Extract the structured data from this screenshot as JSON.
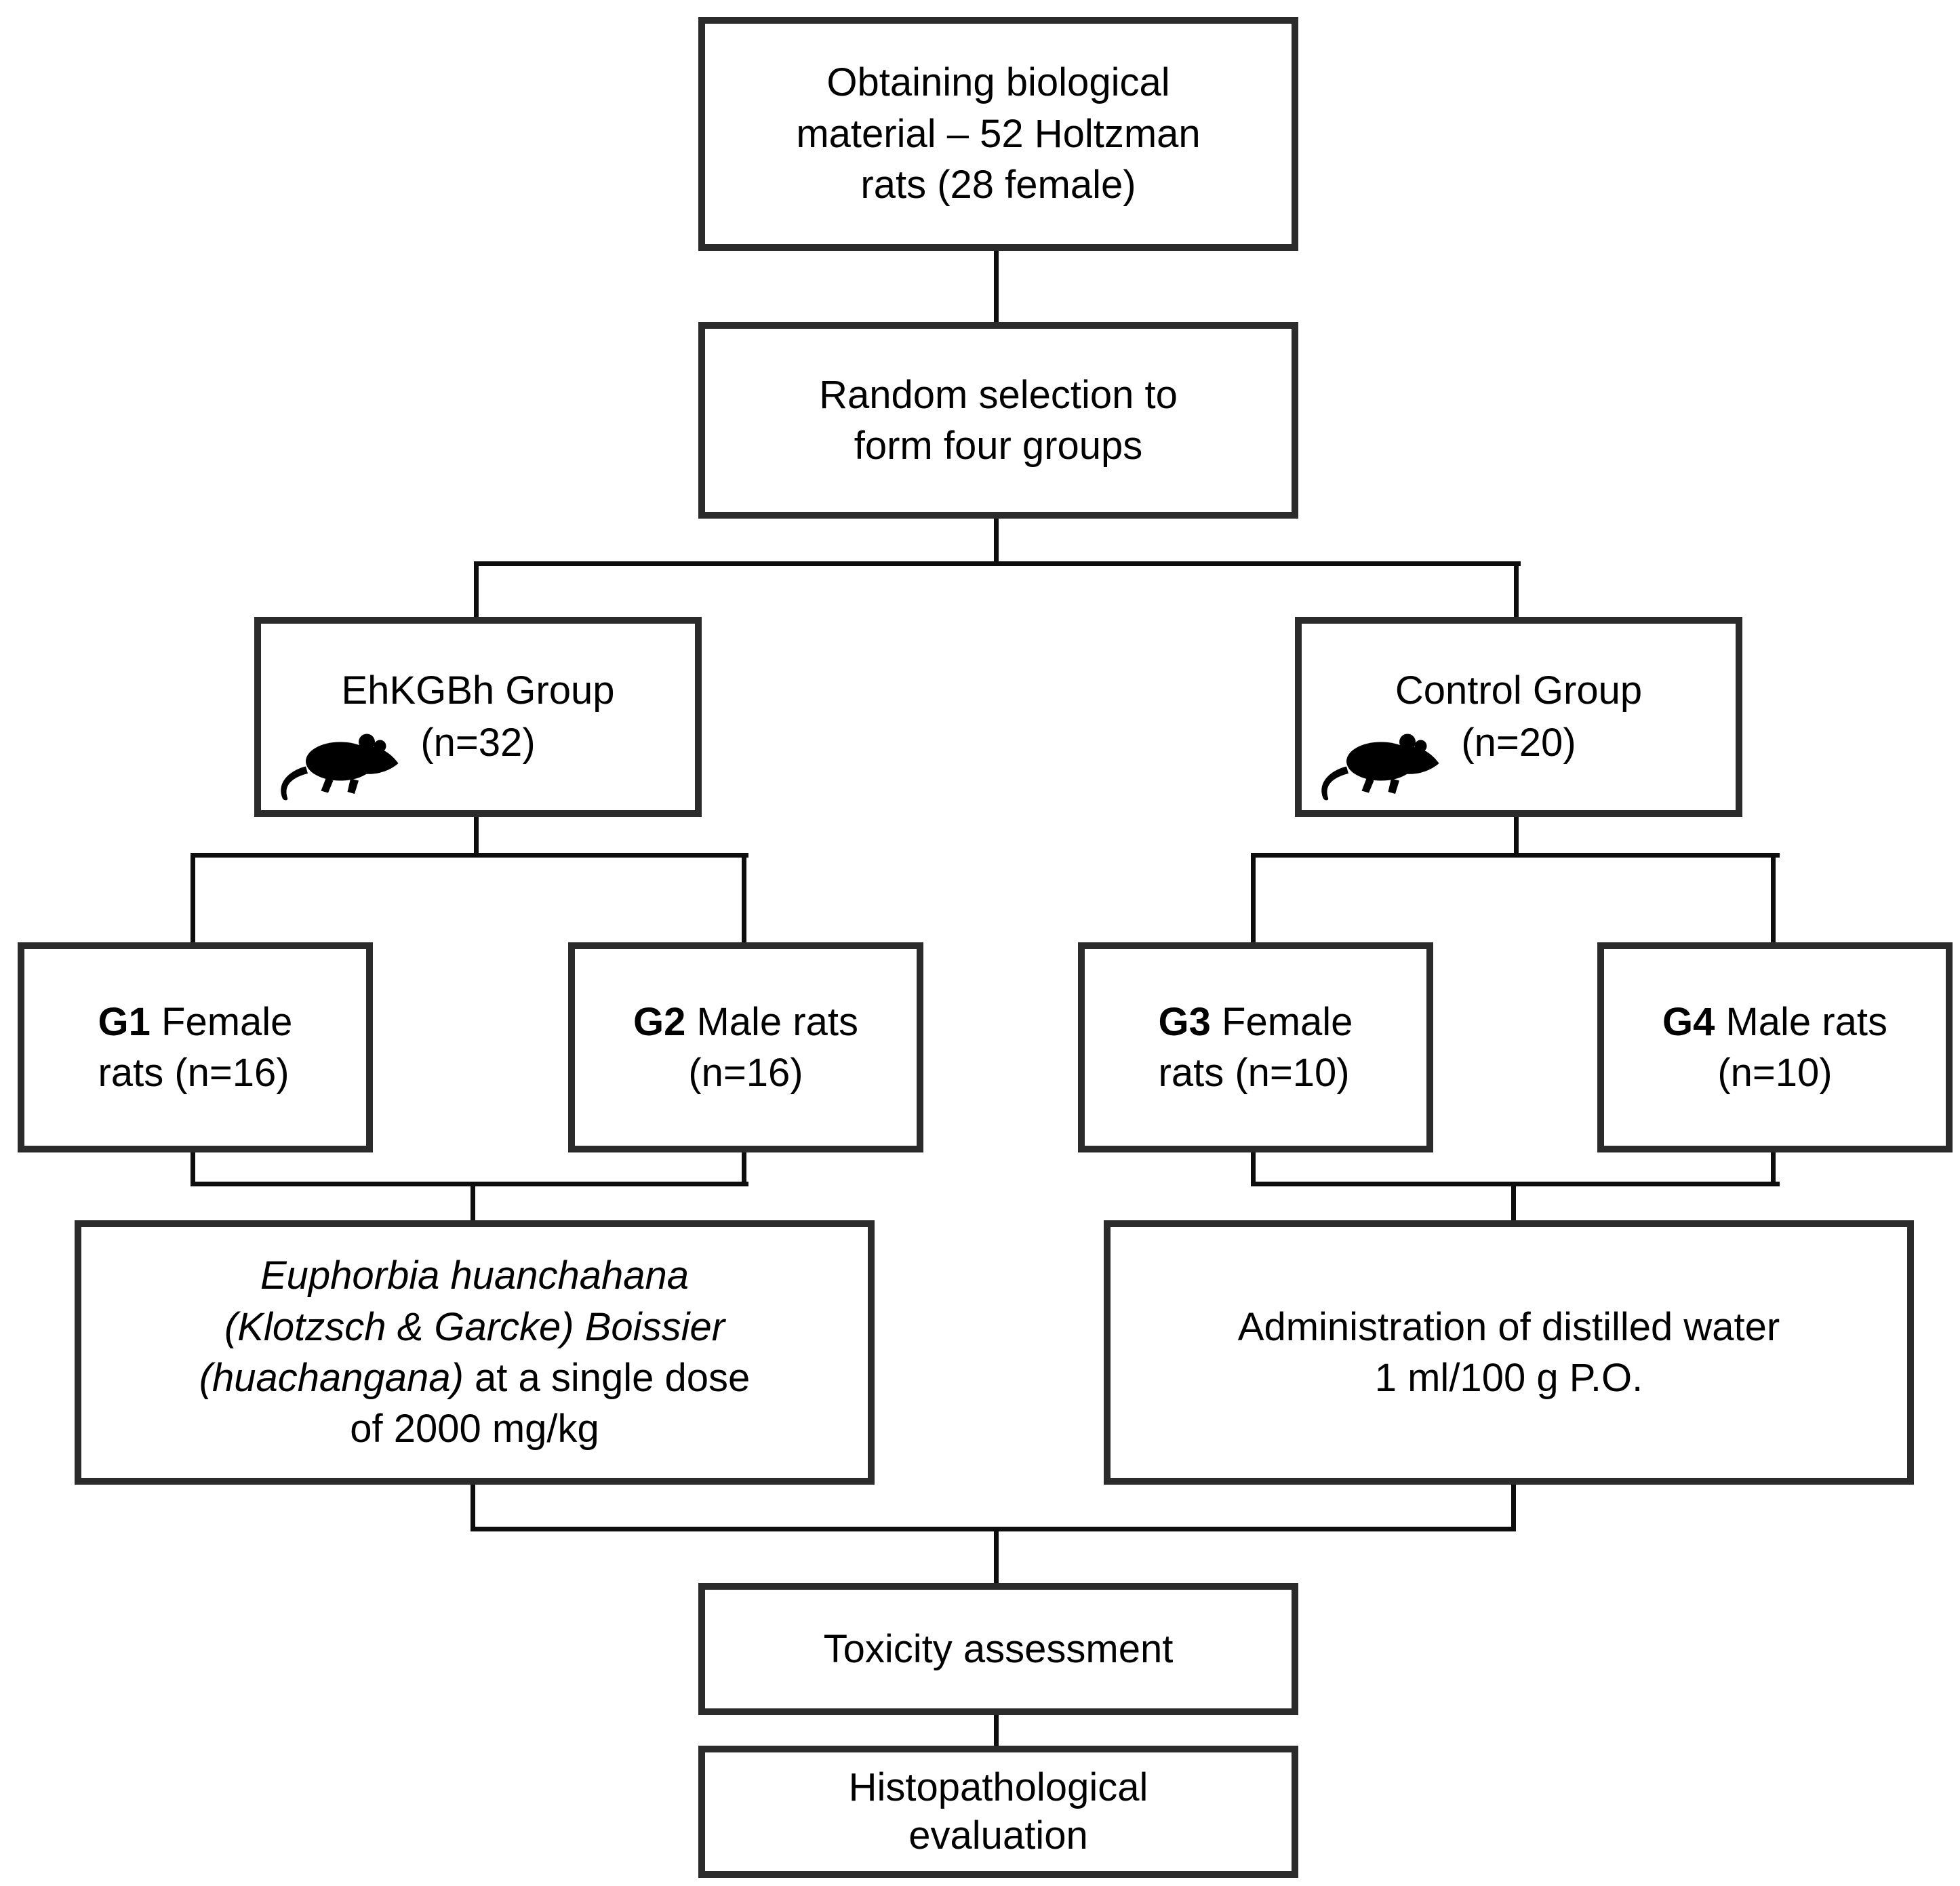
{
  "figure": {
    "background": "#ffffff",
    "box_border_color": "#2b2b2b",
    "line_color": "#0d0d0d",
    "text_color": "#000000"
  },
  "boxes": {
    "obtaining": {
      "lines": [
        "Obtaining biological",
        "material – 52 Holtzman",
        "rats (28 female)"
      ]
    },
    "random_selection": {
      "lines": [
        "Random selection to",
        "form four groups"
      ]
    },
    "ehkgbh_group": {
      "title": "EhKGBh Group",
      "count": "(n=32)",
      "icon": "rat-icon"
    },
    "control_group": {
      "title": "Control Group",
      "count": "(n=20)",
      "icon": "rat-icon"
    },
    "g1": {
      "label": "G1",
      "line1_rest": " Female",
      "line2": "rats (n=16)"
    },
    "g2": {
      "label": "G2",
      "line1_rest": " Male rats",
      "line2": "(n=16)"
    },
    "g3": {
      "label": "G3",
      "line1_rest": " Female",
      "line2": "rats (n=10)"
    },
    "g4": {
      "label": "G4",
      "line1_rest": " Male rats",
      "line2": "(n=10)"
    },
    "ehkgbh_treatment": {
      "italic_line1": "Euphorbia huanchahana",
      "italic_line2": "(Klotzsch & Garcke) Boissier",
      "italic_line3": "(huachangana)",
      "normal_line3": " at a single dose",
      "line4": "of 2000 mg/kg"
    },
    "control_treatment": {
      "lines": [
        "Administration of distilled water",
        "1 ml/100 g P.O."
      ]
    },
    "toxicity": {
      "label": "Toxicity assessment"
    },
    "histopathology": {
      "lines": [
        "Histopathological",
        "evaluation"
      ]
    }
  }
}
